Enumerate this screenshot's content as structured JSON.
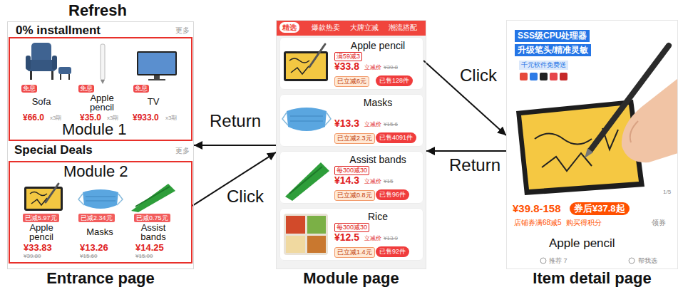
{
  "diagram": {
    "nodes": [
      {
        "text": [
          "Entrance page"
        ]
      },
      {
        "text": [
          "Module 1"
        ],
        "in": 0
      },
      {
        "text": [
          "Module 2"
        ],
        "in": 0
      },
      {
        "text": [
          "Module page"
        ]
      },
      {
        "text": [
          "Apple pencil",
          "满59减3",
          "¥33.8",
          "立减价",
          "¥39.8",
          "已立减6元",
          "已售128件"
        ],
        "in": 3
      },
      {
        "text": [
          "Masks",
          "¥13.3",
          "立减价",
          "¥15.6",
          "已立减2.3元",
          "已售4091件"
        ],
        "in": 3
      },
      {
        "text": [
          "Assist bands",
          "每300减30",
          "¥14.3",
          "立减价",
          "¥15",
          "已立减0.8元",
          "已售96件"
        ],
        "in": 3
      },
      {
        "text": [
          "Rice",
          "每300减30",
          "¥12.5",
          "立减价",
          "¥13.9",
          "已立减1.4元",
          "已售92件"
        ],
        "in": 3
      },
      {
        "text": [
          "Item detail page"
        ]
      }
    ],
    "edges": [
      {
        "from": 3,
        "to": 0,
        "label": "Return",
        "arrow": "to"
      },
      {
        "from": 2,
        "to": 3,
        "label": "Click",
        "arrow": "to"
      },
      {
        "from": 4,
        "to": 8,
        "label": "Click",
        "arrow": "to"
      },
      {
        "from": 8,
        "to": 3,
        "label": "Return",
        "arrow": "to"
      }
    ],
    "labels": [
      "Refresh",
      "0% installment",
      "更多",
      "免息",
      "免息",
      "免息",
      "Sofa",
      "Apple pencil",
      "TV",
      "¥66.0",
      "x3期",
      "¥35.0",
      "x3期",
      "¥933.0",
      "x3期",
      "Special Deals",
      "更多",
      "已减5.97元",
      "已减2.34元",
      "已减0.75元",
      "Apple pencil",
      "Masks",
      "Assist bands",
      "¥33.83",
      "¥13.26",
      "¥14.25",
      "¥39.80",
      "¥15.60",
      "¥15.00",
      "精选",
      "爆款热卖",
      "大牌立减",
      "潮流搭配",
      "SSS级CPU处理器",
      "升级笔头/精准灵敏",
      "千元软件免费送",
      "¥39.8-158",
      "券后¥37.8起",
      "店铺券满68减5",
      "购买得积分",
      "领券",
      "Apple pencil",
      "推荐 7",
      "帮我选",
      "1/5"
    ]
  }
}
